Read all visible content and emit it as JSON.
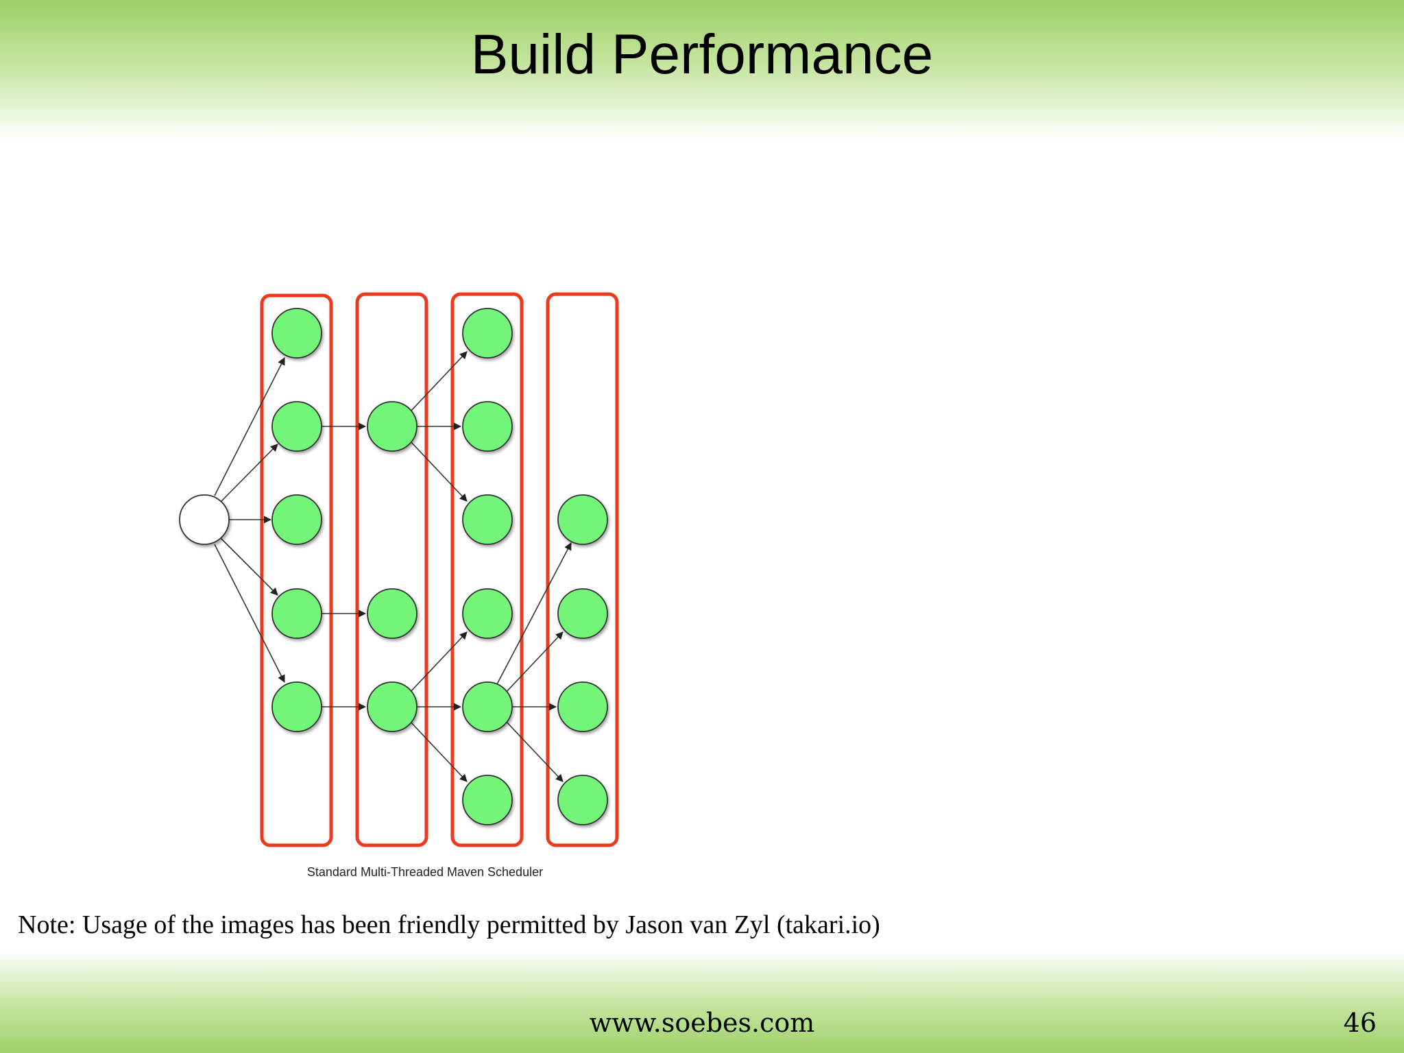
{
  "slide": {
    "title": "Build Performance",
    "note": "Note: Usage of the images has been friendly permitted by Jason van Zyl (takari.io)",
    "website": "www.soebes.com",
    "page_number": "46"
  },
  "diagram": {
    "caption": "Standard Multi-Threaded Maven Scheduler",
    "colors": {
      "node_fill": "#73f57a",
      "root_fill": "#ffffff",
      "box_stroke": "#ee3a1c",
      "edge": "#333333"
    }
  }
}
